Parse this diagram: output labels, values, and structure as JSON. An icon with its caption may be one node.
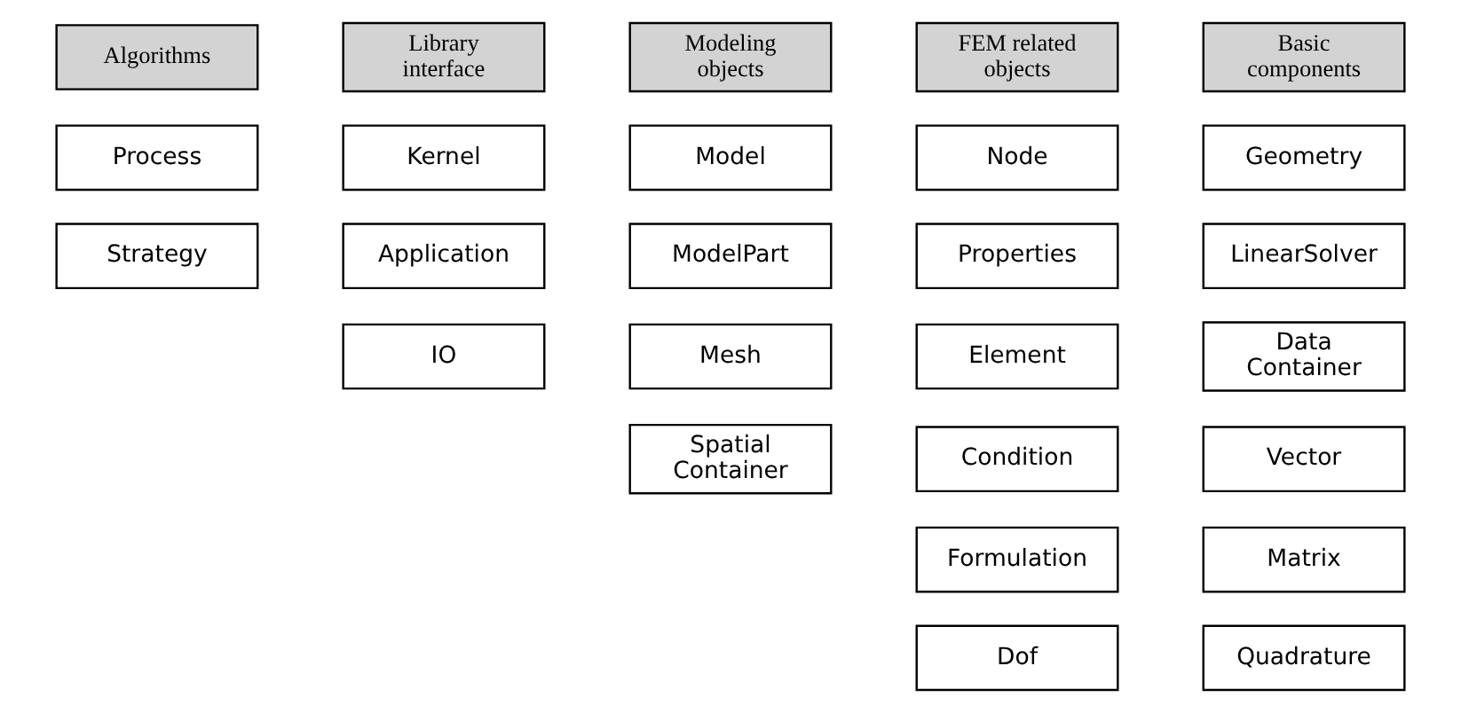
{
  "diagram": {
    "nodes": [
      {
        "text": [
          "Algorithms"
        ]
      },
      {
        "text": [
          "Process"
        ]
      },
      {
        "text": [
          "Strategy"
        ]
      },
      {
        "text": [
          "Library interface"
        ]
      },
      {
        "text": [
          "Kernel"
        ]
      },
      {
        "text": [
          "Application"
        ]
      },
      {
        "text": [
          "IO"
        ]
      },
      {
        "text": [
          "Modeling objects"
        ]
      },
      {
        "text": [
          "Model"
        ]
      },
      {
        "text": [
          "ModelPart"
        ]
      },
      {
        "text": [
          "Mesh"
        ]
      },
      {
        "text": [
          "Spatial Container"
        ]
      },
      {
        "text": [
          "FEM related objects"
        ]
      },
      {
        "text": [
          "Node"
        ]
      },
      {
        "text": [
          "Properties"
        ]
      },
      {
        "text": [
          "Element"
        ]
      },
      {
        "text": [
          "Condition"
        ]
      },
      {
        "text": [
          "Formulation"
        ]
      },
      {
        "text": [
          "Dof"
        ]
      },
      {
        "text": [
          "Basic components"
        ]
      },
      {
        "text": [
          "Geometry"
        ]
      },
      {
        "text": [
          "LinearSolver"
        ]
      },
      {
        "text": [
          "Data Container"
        ]
      },
      {
        "text": [
          "Vector"
        ]
      },
      {
        "text": [
          "Matrix"
        ]
      },
      {
        "text": [
          "Quadrature"
        ]
      }
    ]
  }
}
